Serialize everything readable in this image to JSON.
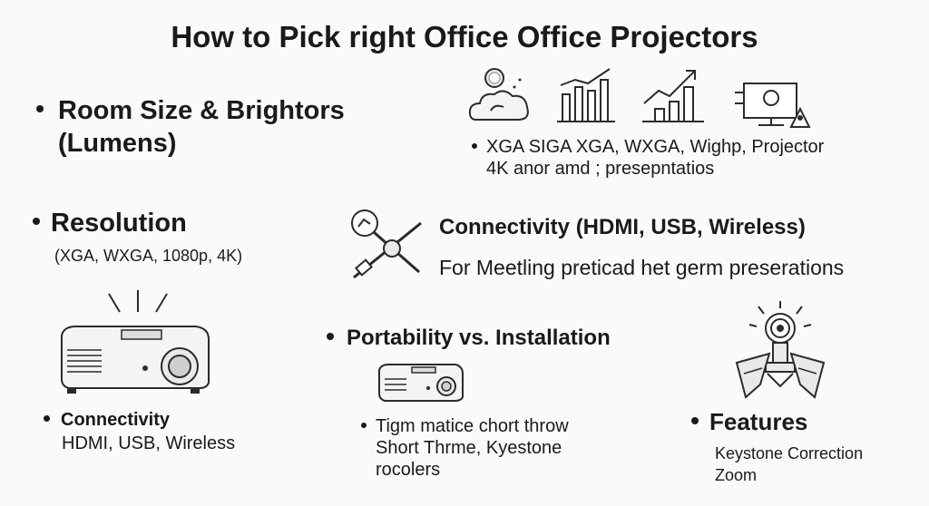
{
  "title": "How to Pick right Office Office Projectors",
  "sections": {
    "room": {
      "heading_line1": "Room Size & Brightors",
      "heading_line2": "(Lumens)"
    },
    "resolution_icons": {
      "line1": "XGA SIGA XGA, WXGA, Wighp, Projector",
      "line2": "4K anor amd  ; presepntatios"
    },
    "resolution": {
      "heading": "Resolution",
      "sub": "(XGA, WXGA, 1080p, 4K)"
    },
    "connectivity_main": {
      "heading": "Connectivity (HDMI, USB, Wireless)",
      "sub": "For Meetling preticad het germ preserations"
    },
    "portability": {
      "heading": "Portability vs. Installation",
      "line1": "Tigm matice chort throw",
      "line2": "Short Thrme, Kyestone",
      "line3": "rocolers"
    },
    "connectivity_small": {
      "heading": "Connectivity",
      "sub": "HDMI, USB, Wireless"
    },
    "features": {
      "heading": "Features",
      "line1": "Keystone Correction",
      "line2": "Zoom"
    }
  },
  "icons": [
    "cloud-sun-icon",
    "bar-chart-icon",
    "trend-chart-icon",
    "presenter-screen-icon",
    "cable-connector-icon",
    "projector-large-icon",
    "projector-small-icon",
    "spotlight-icon"
  ],
  "colors": {
    "text": "#1a1a1a",
    "background": "#fafafa",
    "icon_stroke": "#2b2b2b",
    "icon_fill": "#e9e9e9"
  }
}
